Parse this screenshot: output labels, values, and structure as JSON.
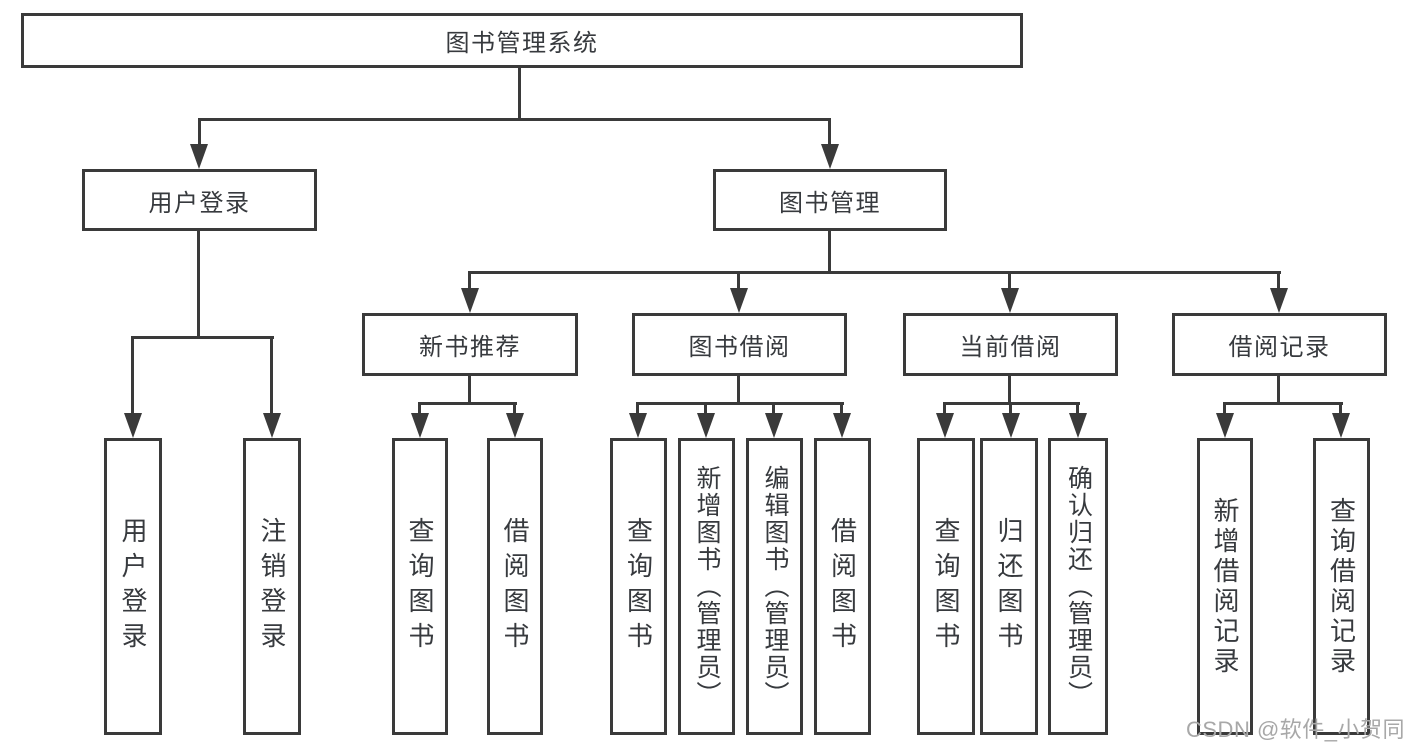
{
  "diagram_title": "图书管理系统",
  "nodes": {
    "root": "图书管理系统",
    "user_login": "用户登录",
    "book_mgmt": "图书管理",
    "new_books": "新书推荐",
    "book_borrow": "图书借阅",
    "current_borrow": "当前借阅",
    "borrow_records": "借阅记录"
  },
  "leaves": {
    "user_login": [
      "用户登录",
      "注销登录"
    ],
    "new_books": [
      "查询图书",
      "借阅图书"
    ],
    "book_borrow": [
      "查询图书",
      "新增图书（管理员）",
      "编辑图书（管理员）",
      "借阅图书"
    ],
    "current_borrow": [
      "查询图书",
      "归还图书",
      "确认归还（管理员）"
    ],
    "borrow_records": [
      "新增借阅记录",
      "查询借阅记录"
    ]
  },
  "watermark": "CSDN @软件_小贺同学",
  "colors": {
    "line": "#3a3a3a",
    "text": "#373a3e",
    "watermark": "#a8a8a8",
    "background": "#ffffff"
  }
}
